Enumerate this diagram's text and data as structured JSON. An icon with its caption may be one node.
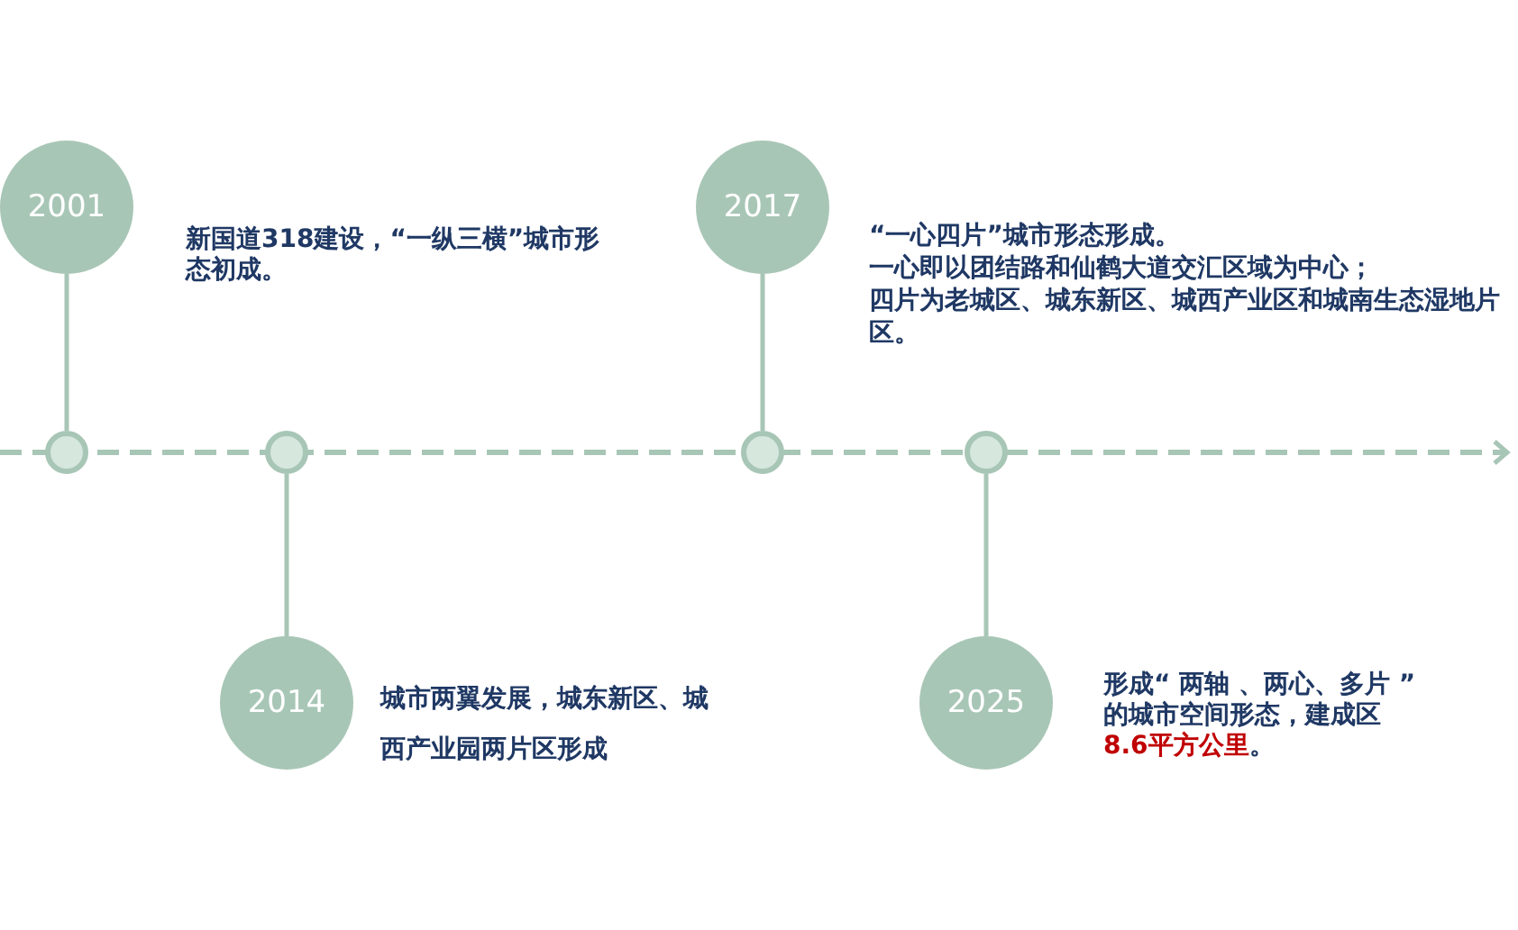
{
  "diagram": {
    "nodes": [
      {
        "text": [
          "2001"
        ],
        "beside": [
          "新国道318建设，“一纵三横”城市形态初成。"
        ]
      },
      {
        "text": [
          "2017"
        ],
        "beside": [
          "“一心四片”城市形态形成。",
          "一心即以团结路和仙鹤大道交汇区域为中心；",
          "四片为老城区、城东新区、城西产业区和城南生态湿地片区。"
        ]
      },
      {
        "text": [],
        "shape": "circle"
      },
      {
        "text": [],
        "shape": "circle"
      },
      {
        "text": [],
        "shape": "circle"
      },
      {
        "text": [],
        "shape": "circle"
      },
      {
        "text": [
          "2014"
        ],
        "beside": [
          "城市两翼发展，城东新区、城西产业园两片区形成"
        ]
      },
      {
        "text": [
          "2025"
        ],
        "beside": [
          "形成“ 两轴 、两心、多片 ” 的城市空间形态，建成区**8.6平方公里**。"
        ]
      }
    ],
    "edges": [
      {
        "from": 0,
        "to": 2,
        "arrow": "none"
      },
      {
        "from": 1,
        "to": 4,
        "arrow": "none"
      },
      {
        "from": 3,
        "to": 6,
        "arrow": "none"
      },
      {
        "from": 5,
        "to": 7,
        "arrow": "none"
      }
    ]
  }
}
